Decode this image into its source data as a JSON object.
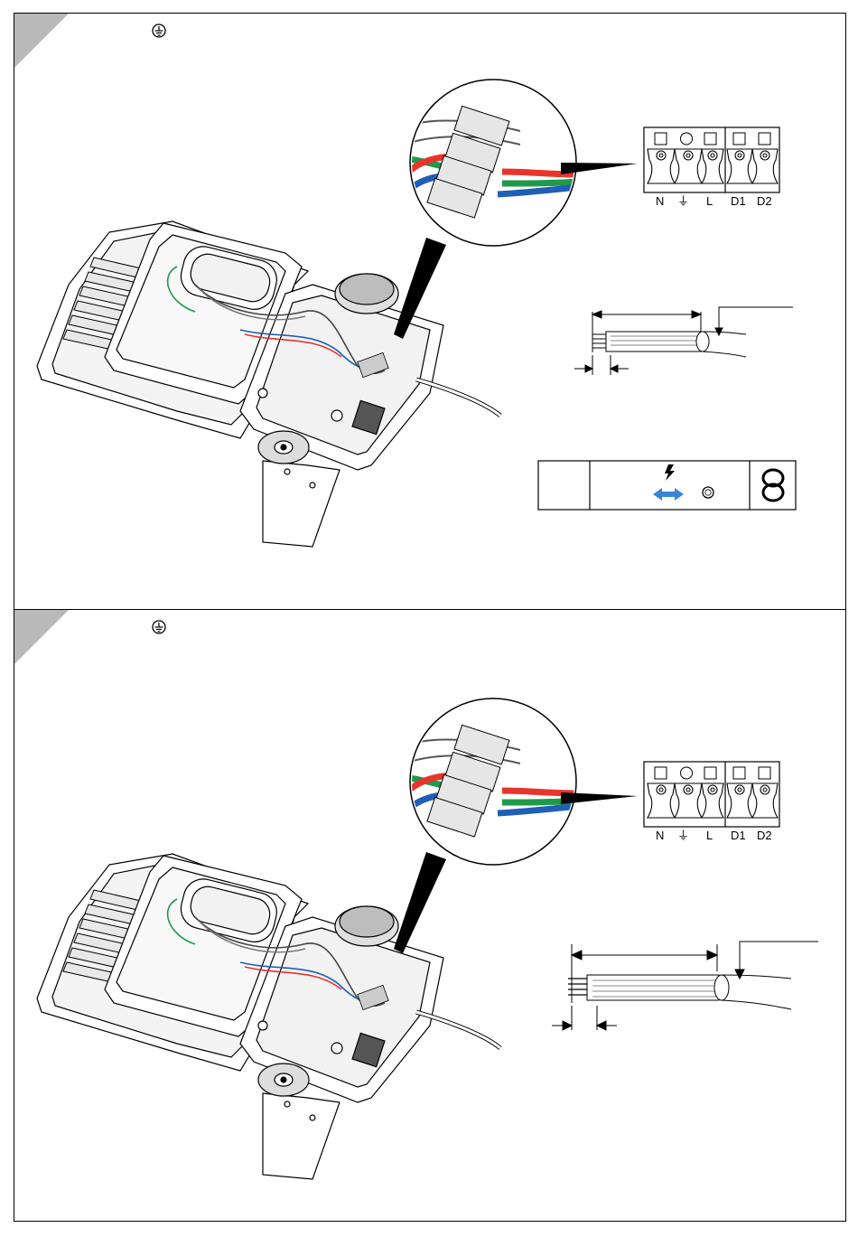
{
  "panels": [
    {
      "id": "top",
      "terminal_labels": [
        "N",
        "⏚",
        "L",
        "D1",
        "D2"
      ],
      "toolbar_tip": "",
      "wire_colors": {
        "red": "#e8342b",
        "green": "#1f9a4a",
        "blue": "#1f5fb5",
        "white": "#ffffff"
      }
    },
    {
      "id": "bottom",
      "terminal_labels": [
        "N",
        "⏚",
        "L",
        "D1",
        "D2"
      ],
      "wire_colors": {
        "red": "#e8342b",
        "green": "#1f9a4a",
        "blue": "#1f5fb5",
        "white": "#ffffff"
      }
    }
  ],
  "icons": {
    "ground": "ground-symbol-icon",
    "lightning": "lightning-icon",
    "arrow": "double-arrow-icon",
    "ring": "ring-icon",
    "circles": "double-circle-icon"
  },
  "colors": {
    "arrow_blue": "#3a86d4",
    "corner_gray": "#b9b9b9",
    "line": "#000000"
  }
}
